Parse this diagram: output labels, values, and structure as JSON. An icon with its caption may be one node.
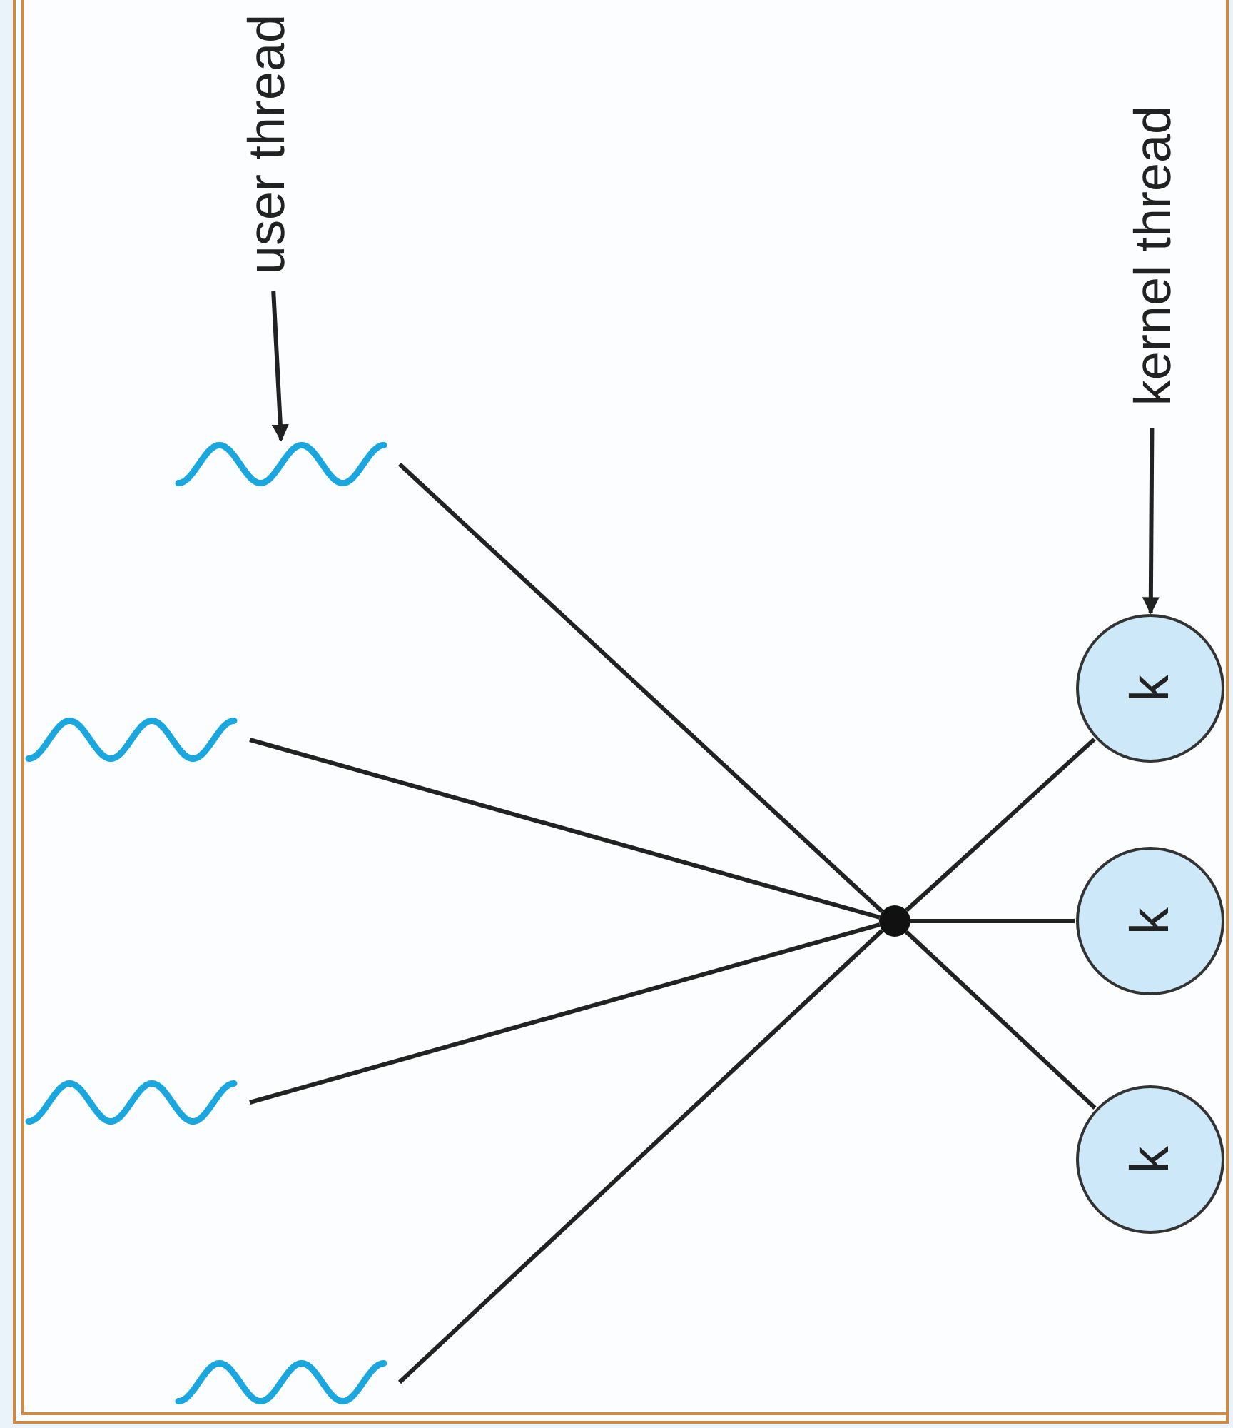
{
  "diagram": {
    "nodes": [
      {
        "text": [
          "user thread"
        ]
      },
      {
        "text": [],
        "shape": "wave"
      },
      {
        "text": [],
        "shape": "wave"
      },
      {
        "text": [],
        "shape": "wave"
      },
      {
        "text": [],
        "shape": "wave"
      },
      {
        "text": [
          "kernel thread"
        ]
      },
      {
        "text": [],
        "shape": "circle"
      },
      {
        "text": [
          "k"
        ]
      },
      {
        "text": [
          "k"
        ]
      },
      {
        "text": [
          "k"
        ]
      }
    ],
    "edges": [
      {
        "from": 0,
        "to": 1,
        "arrow": "to"
      },
      {
        "from": 1,
        "to": 6,
        "arrow": "none"
      },
      {
        "from": 2,
        "to": 6,
        "arrow": "none"
      },
      {
        "from": 3,
        "to": 6,
        "arrow": "none"
      },
      {
        "from": 4,
        "to": 6,
        "arrow": "none"
      },
      {
        "from": 6,
        "to": 7,
        "arrow": "none"
      },
      {
        "from": 6,
        "to": 8,
        "arrow": "none"
      },
      {
        "from": 6,
        "to": 9,
        "arrow": "none"
      },
      {
        "from": 5,
        "to": 7,
        "arrow": "to"
      }
    ]
  }
}
